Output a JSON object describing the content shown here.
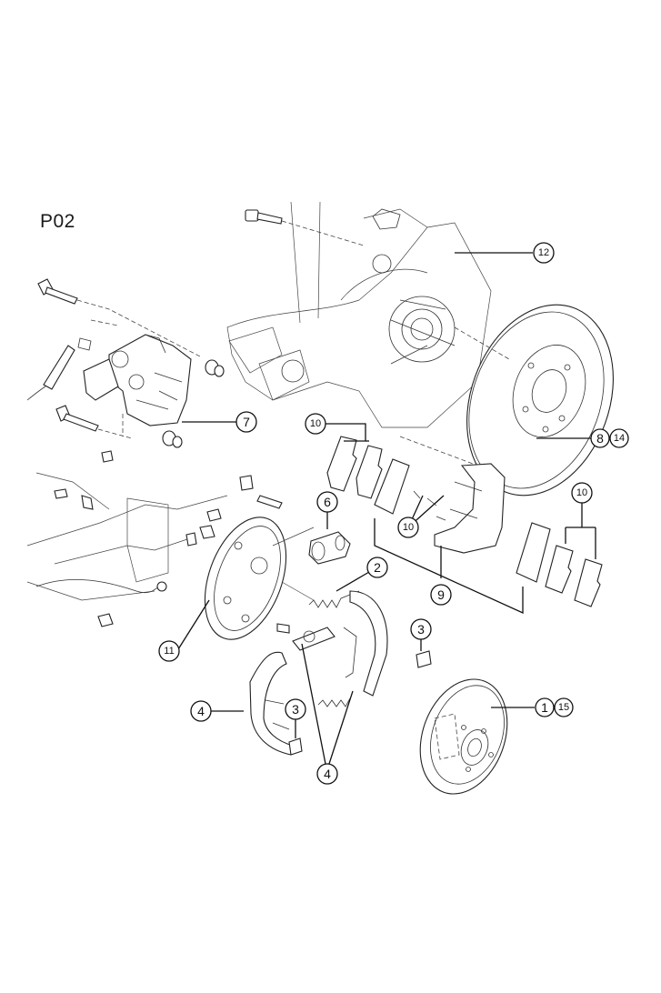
{
  "page_label": "P02",
  "callouts": {
    "c12": "12",
    "c7": "7",
    "c8": "8",
    "c14": "14",
    "c10a": "10",
    "c10b": "10",
    "c10c": "10",
    "c6": "6",
    "c2": "2",
    "c9": "9",
    "c3a": "3",
    "c3b": "3",
    "c11": "11",
    "c4a": "4",
    "c4b": "4",
    "c1": "1",
    "c15": "15"
  }
}
